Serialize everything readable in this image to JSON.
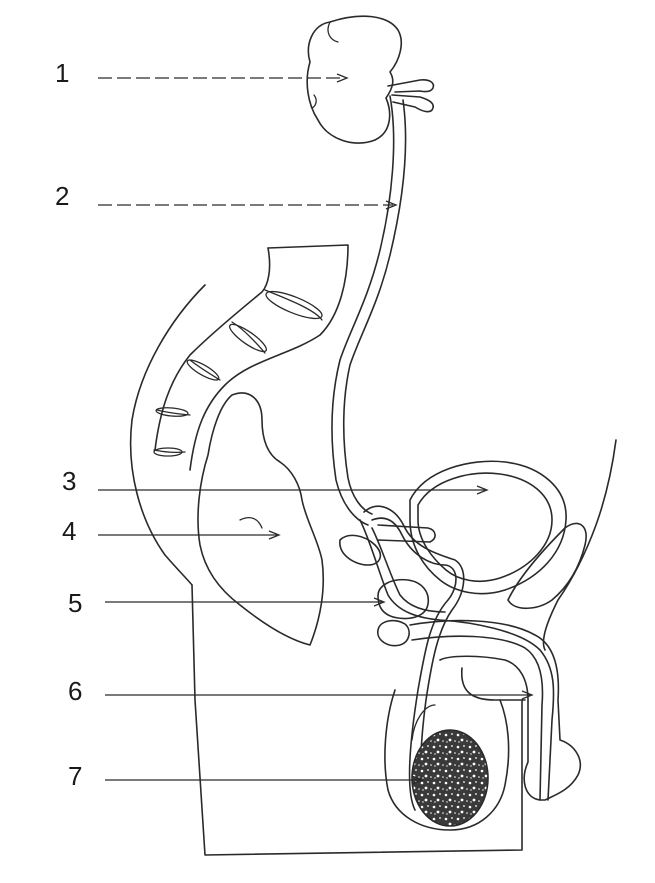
{
  "labels": [
    {
      "number": "1"
    },
    {
      "number": "2"
    },
    {
      "number": "3"
    },
    {
      "number": "4"
    },
    {
      "number": "5"
    },
    {
      "number": "6"
    },
    {
      "number": "7"
    }
  ]
}
